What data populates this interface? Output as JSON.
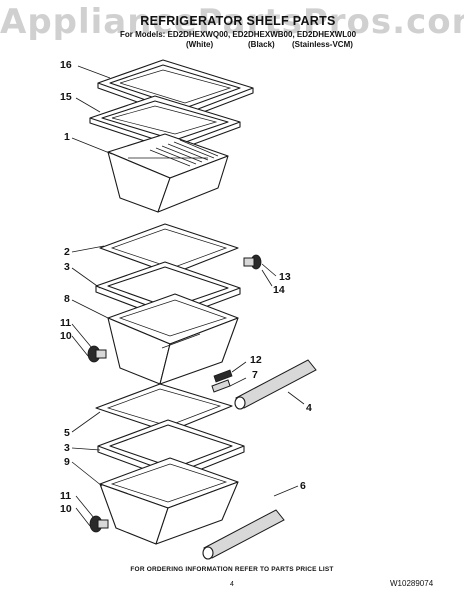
{
  "watermark": "AppliancePartsPros.com",
  "header": {
    "title": "REFRIGERATOR SHELF PARTS",
    "models": "For Models: ED2DHEXWQ00, ED2DHEXWB00, ED2DHEXWL00",
    "variants": [
      "(White)",
      "(Black)",
      "(Stainless-VCM)"
    ]
  },
  "callouts": [
    "16",
    "15",
    "1",
    "2",
    "3",
    "8",
    "11",
    "10",
    "13",
    "14",
    "12",
    "7",
    "4",
    "5",
    "3",
    "9",
    "6",
    "11",
    "10"
  ],
  "footer": {
    "ordering_note": "FOR ORDERING INFORMATION REFER TO PARTS PRICE LIST",
    "page_number": "4",
    "document_number": "W10289074"
  }
}
